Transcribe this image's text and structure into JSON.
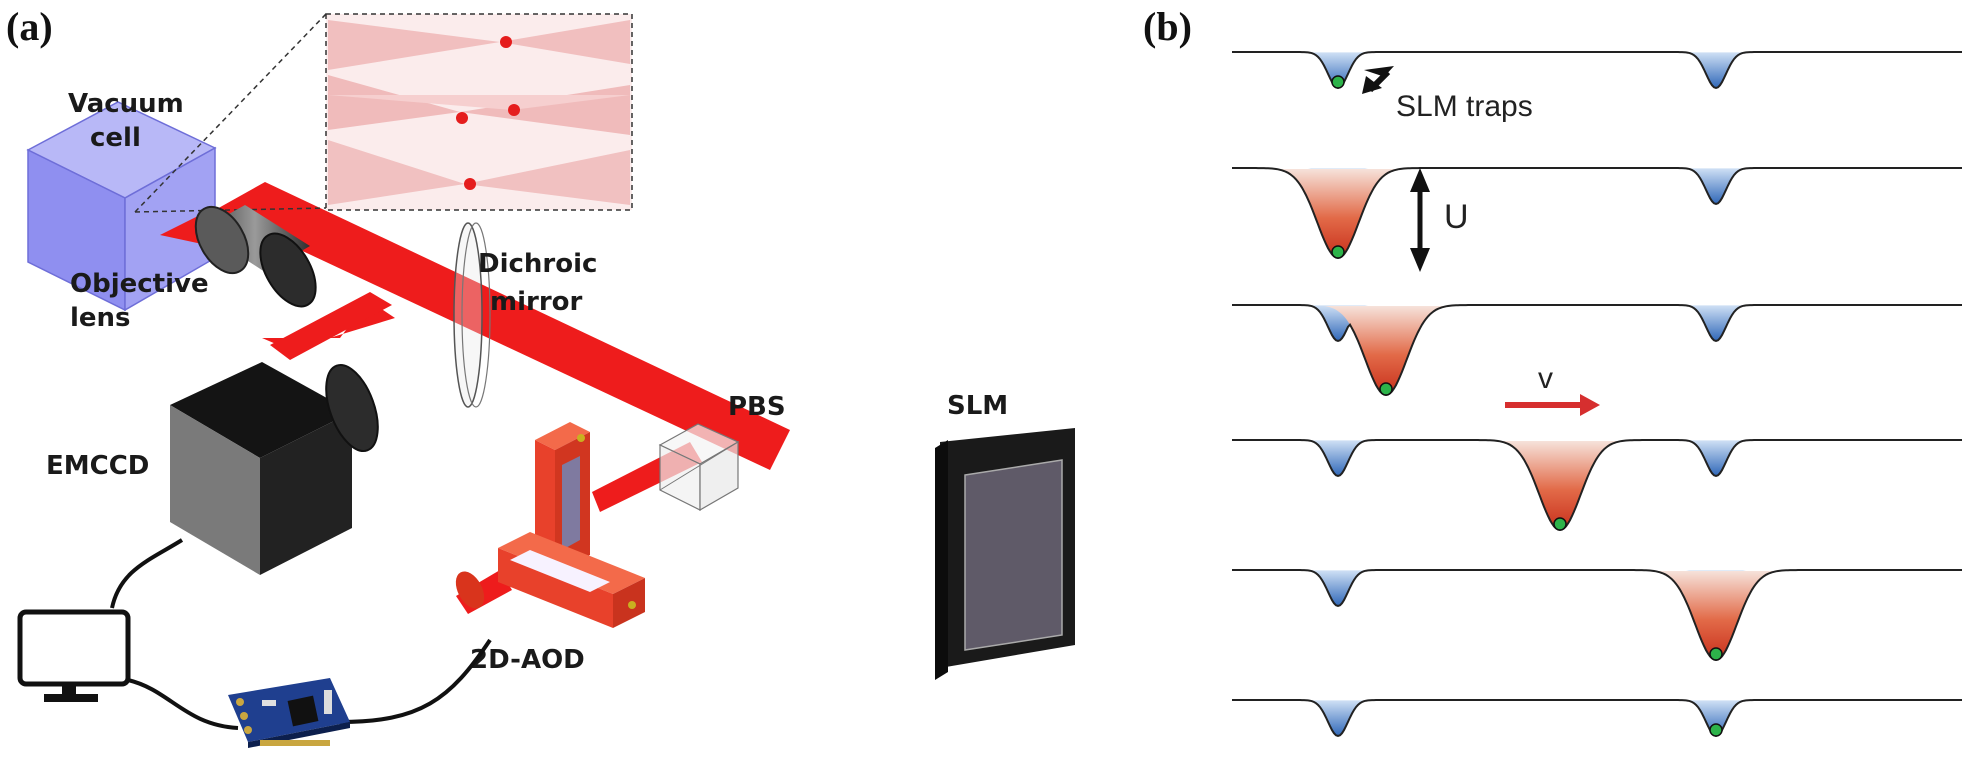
{
  "panel_a": {
    "label": "(a)",
    "components": {
      "vacuum_cell_line1": "Vacuum",
      "vacuum_cell_line2": "cell",
      "objective_line1": "Objective",
      "objective_line2": "lens",
      "dichroic_line1": "Dichroic",
      "dichroic_line2": "mirror",
      "emccd": "EMCCD",
      "pbs": "PBS",
      "slm": "SLM",
      "aod": "2D-AOD"
    }
  },
  "panel_b": {
    "label": "(b)",
    "slm_traps_label": "SLM traps",
    "depth_label": "U",
    "velocity_label": "v",
    "colors": {
      "slm_trap": "#4a7fc4",
      "tweezer": "#d8452a",
      "atom": "#2db34a",
      "arrow": "#d62f2f"
    }
  },
  "colors": {
    "beam": "#ee1c1c",
    "cell": "#8f8ff0",
    "aod": "#e8412b"
  }
}
